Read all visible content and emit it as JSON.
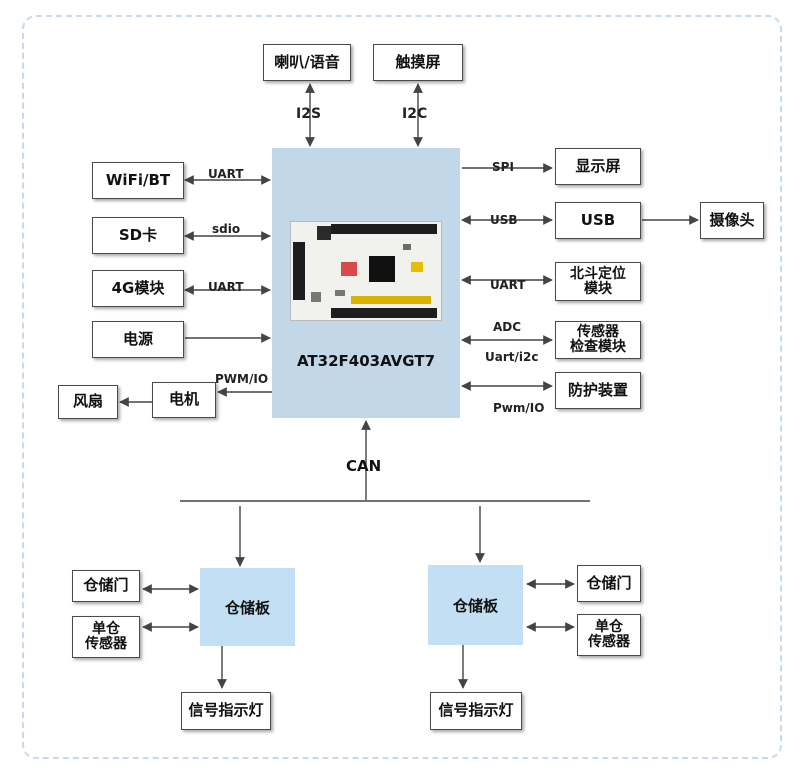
{
  "mcu": {
    "label": "AT32F403AVGT7"
  },
  "top": {
    "speaker": "喇叭/语音",
    "speaker_bus": "I2S",
    "touch": "触摸屏",
    "touch_bus": "I2C"
  },
  "left": {
    "wifi": "WiFi/BT",
    "wifi_bus": "UART",
    "sd": "SD卡",
    "sd_bus": "sdio",
    "g4": "4G模块",
    "g4_bus": "UART",
    "power": "电源",
    "motor": "电机",
    "motor_bus": "PWM/IO",
    "fan": "风扇"
  },
  "right": {
    "display": "显示屏",
    "display_bus": "SPI",
    "usb": "USB",
    "usb_bus": "USB",
    "camera": "摄像头",
    "beidou_line1": "北斗定位",
    "beidou_line2": "模块",
    "beidou_bus": "UART",
    "sensor_line1": "传感器",
    "sensor_line2": "检查模块",
    "sensor_bus_top": "ADC",
    "sensor_bus_bottom": "Uart/i2c",
    "protect": "防护装置",
    "protect_bus": "Pwm/IO"
  },
  "bus": {
    "can": "CAN"
  },
  "storage_left": {
    "board": "仓储板",
    "door": "仓储门",
    "sensor_line1": "单仓",
    "sensor_line2": "传感器",
    "signal": "信号指示灯"
  },
  "storage_right": {
    "board": "仓储板",
    "door": "仓储门",
    "sensor_line1": "单仓",
    "sensor_line2": "传感器",
    "signal": "信号指示灯"
  },
  "colors": {
    "mcu_fill": "#c2d8e8",
    "storage_fill": "#c3dff3",
    "frame": "#c8daea",
    "line": "#444444"
  }
}
